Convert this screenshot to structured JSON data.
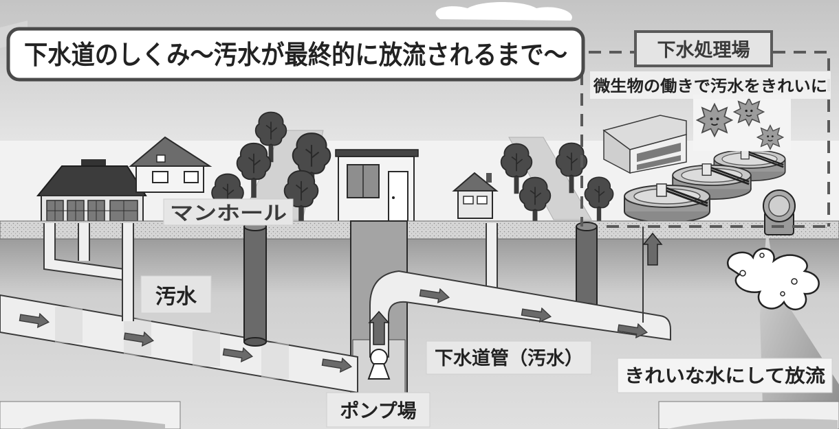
{
  "title": "下水道のしくみ～汚水が最終的に放流されるまで～",
  "labels": {
    "treatment_plant": "下水処理場",
    "treatment_desc": "微生物の働きで汚水をきれいに",
    "manhole": "マンホール",
    "sewage": "汚水",
    "pump_station": "ポンプ場",
    "sewer_pipe": "下水道管（汚水）",
    "discharge": "きれいな水にして放流"
  },
  "colors": {
    "sky": "#cfcfcf",
    "ground": "#bdbdbd",
    "pipe": "#e9e9e9",
    "arrow": "#6a6a6a",
    "label_box": "#ffffff",
    "border": "#555555"
  },
  "icons": [
    "house-icon",
    "tree-icon",
    "building-icon",
    "microbe-icon",
    "pump-icon",
    "settling-tank-icon",
    "outfall-pipe-icon",
    "water-splash-icon",
    "manhole-icon",
    "arrow-right-icon",
    "arrow-up-icon"
  ]
}
